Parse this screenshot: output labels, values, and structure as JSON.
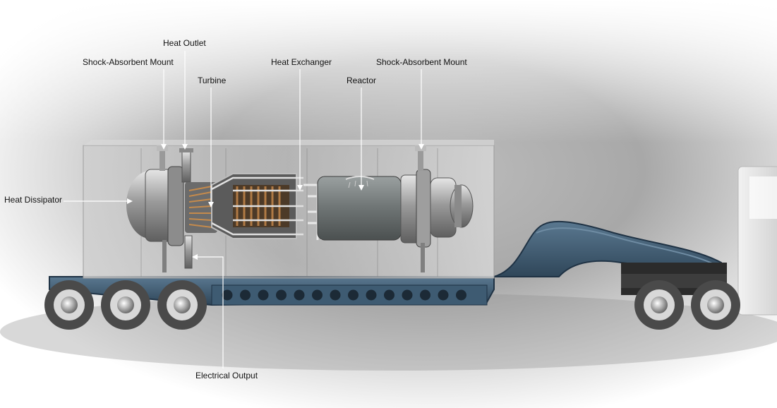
{
  "labels": {
    "heat_outlet": "Heat Outlet",
    "shock_mount_left": "Shock-Absorbent Mount",
    "heat_exchanger": "Heat Exchanger",
    "shock_mount_right": "Shock-Absorbent Mount",
    "turbine": "Turbine",
    "reactor": "Reactor",
    "heat_dissipator": "Heat Dissipator",
    "electrical_output": "Electrical Output"
  },
  "colors": {
    "trailer": "#3f5b73",
    "trailer_dark": "#2a3e52",
    "container": "#d6d6d6",
    "copper": "#8a5a2e",
    "leader": "#ffffff"
  }
}
